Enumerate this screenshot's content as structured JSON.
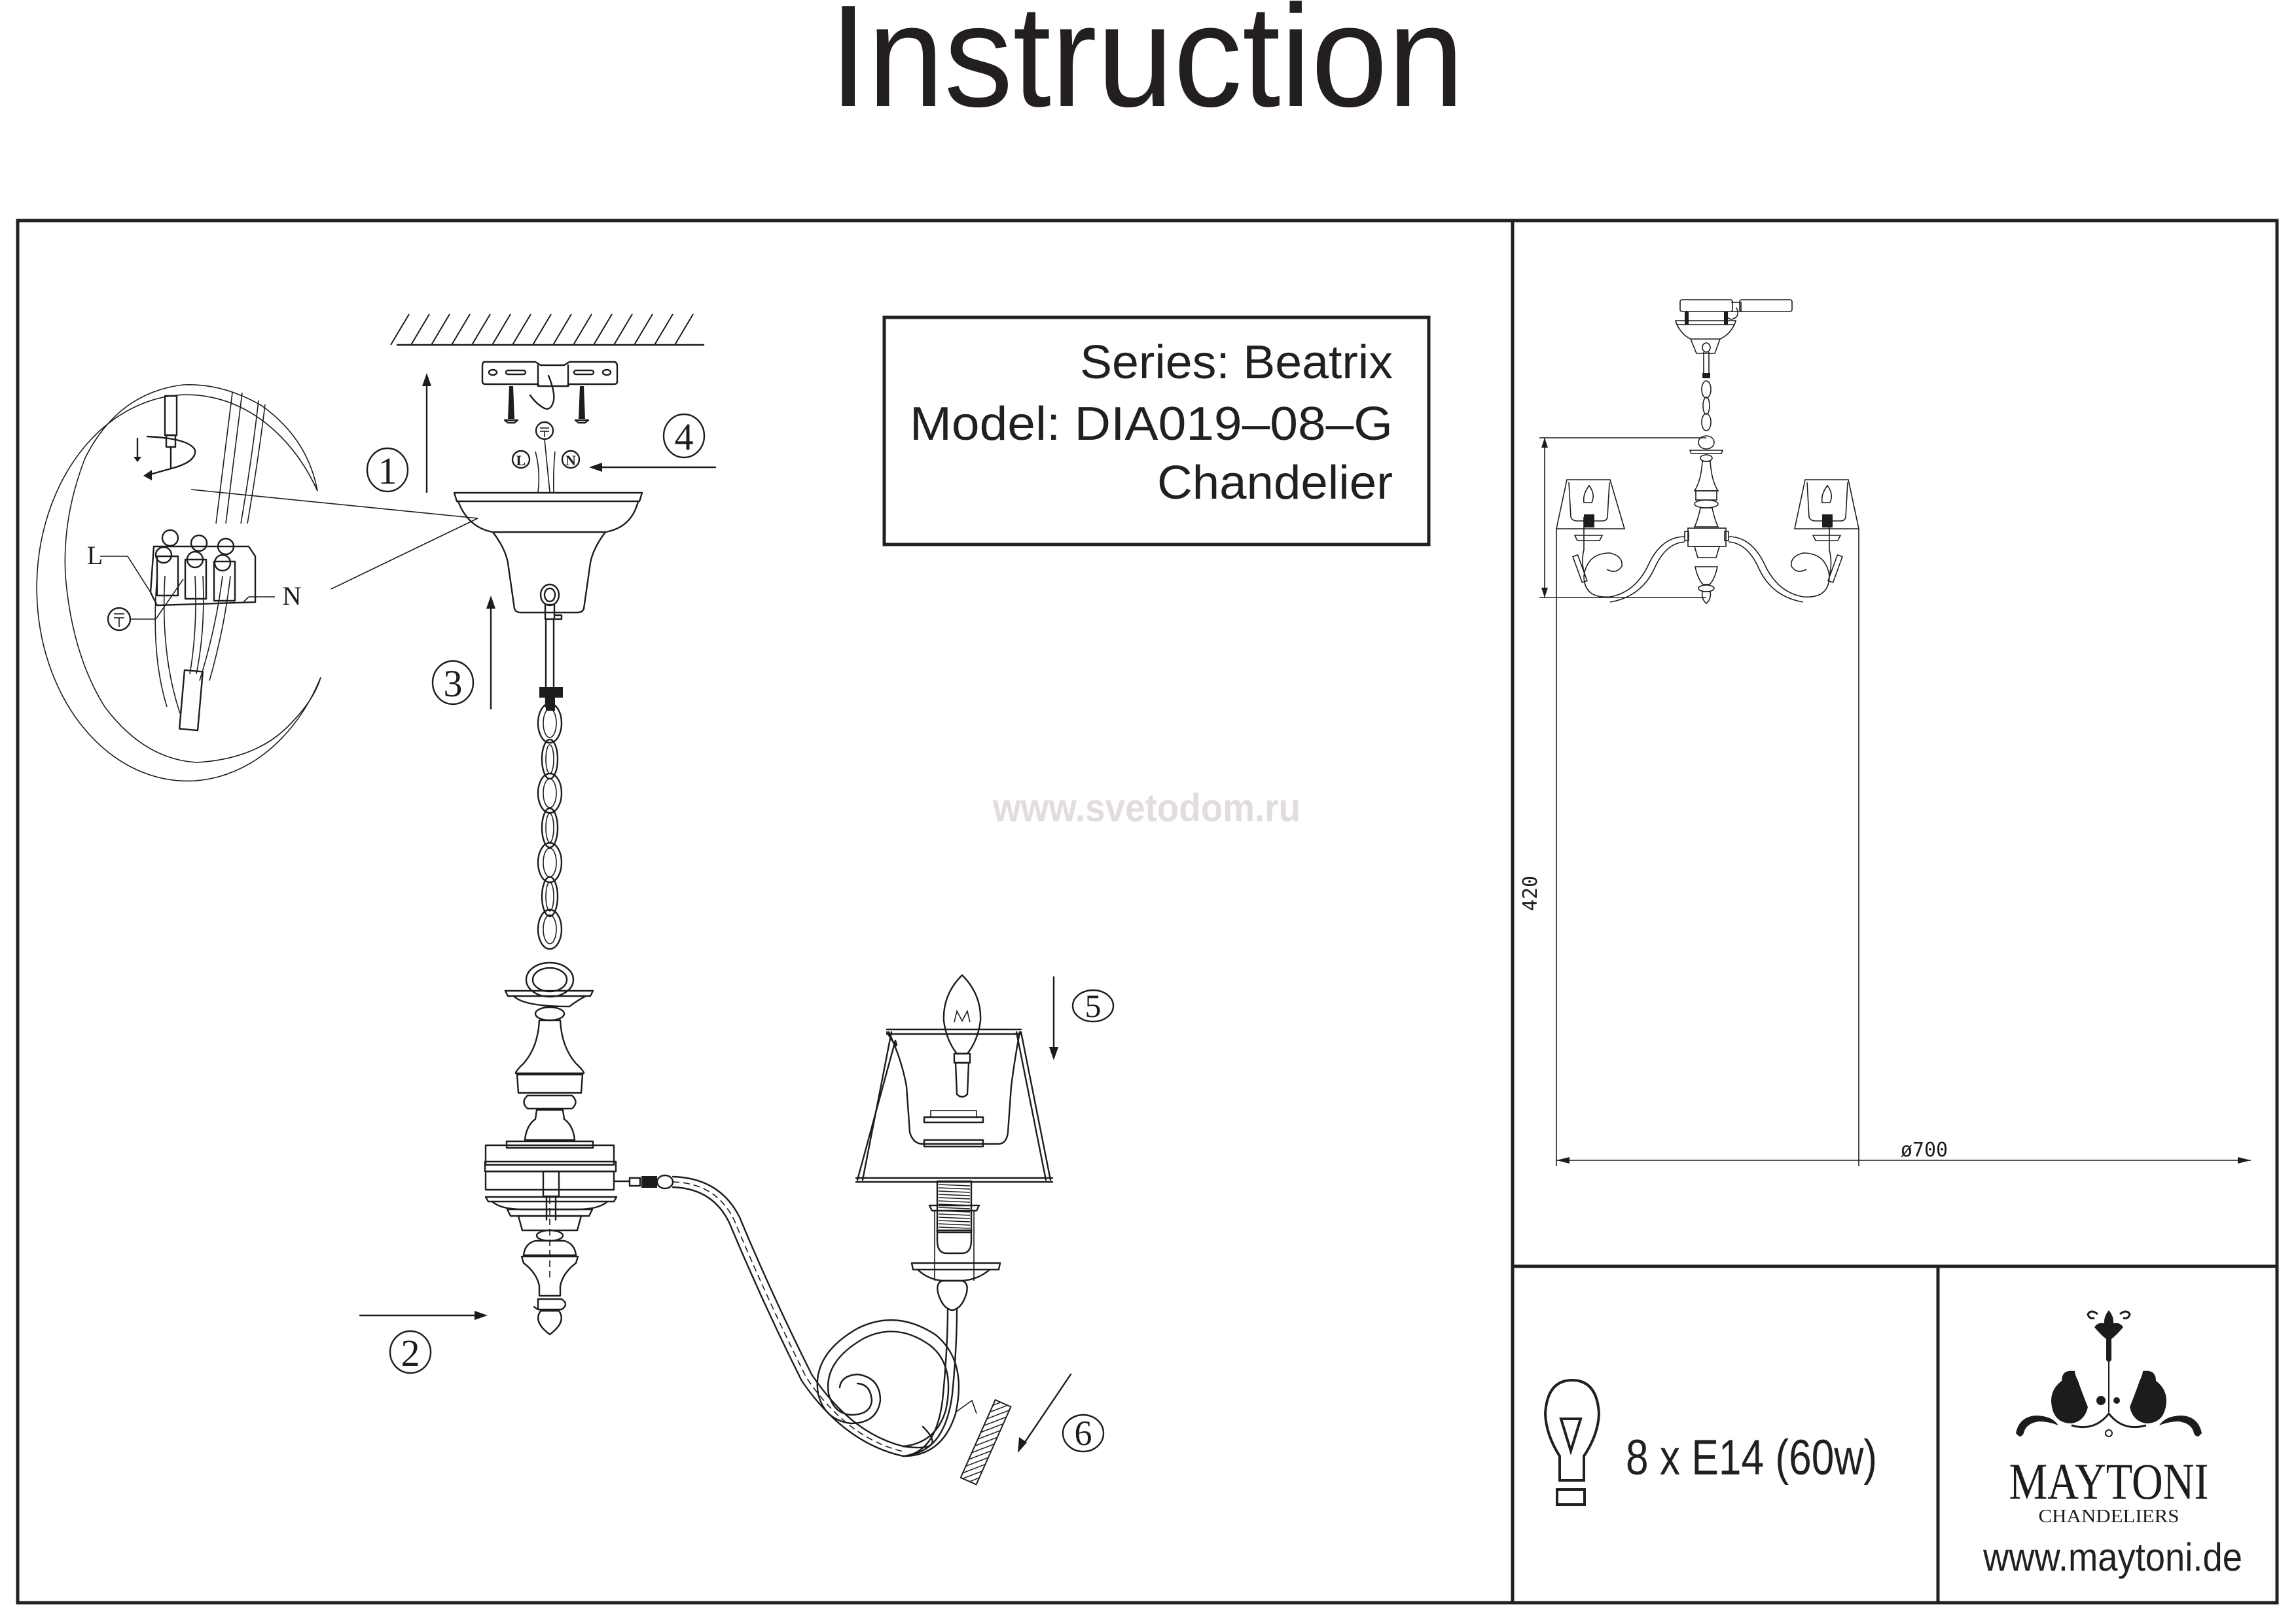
{
  "page": {
    "title": "Instruction",
    "watermark": "www.svetodom.ru",
    "watermark_color": "#e3dcdc",
    "line_color": "#231f20"
  },
  "product_info": {
    "series_line": "Series: Beatrix",
    "model_line": "Model: DIA019–08–G",
    "type_line": "Chandelier"
  },
  "assembly_steps": [
    {
      "number": "1"
    },
    {
      "number": "2"
    },
    {
      "number": "3"
    },
    {
      "number": "4"
    },
    {
      "number": "5"
    },
    {
      "number": "6"
    }
  ],
  "wiring": {
    "live_label": "L",
    "neutral_label": "N",
    "earth_icon": "ground-symbol-icon"
  },
  "dimensions": {
    "height": "420",
    "diameter": "ø700"
  },
  "bulb_spec": {
    "icon": "light-bulb-icon",
    "text": "8 x E14 (60w)"
  },
  "brand": {
    "logo_icon": "maytoni-ornament-icon",
    "name": "MAYTONI",
    "tagline": "CHANDELIERS",
    "website": "www.maytoni.de"
  }
}
